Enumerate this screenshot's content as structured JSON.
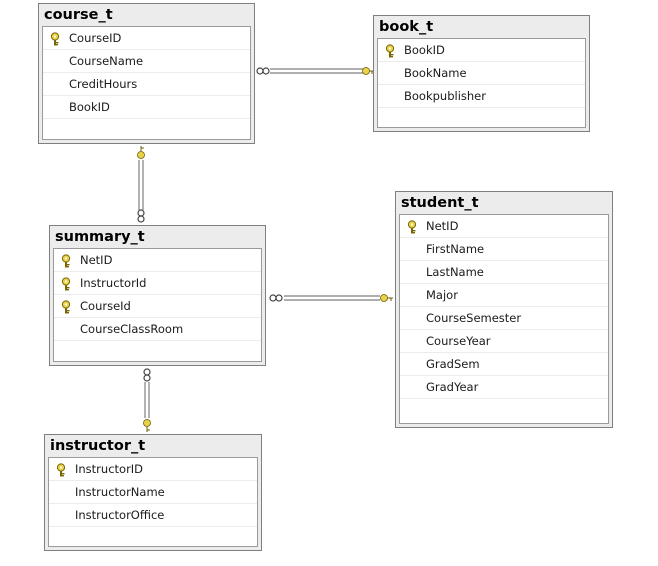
{
  "tables": {
    "course": {
      "name": "course_t",
      "columns": [
        {
          "name": "CourseID",
          "pk": true
        },
        {
          "name": "CourseName",
          "pk": false
        },
        {
          "name": "CreditHours",
          "pk": false
        },
        {
          "name": "BookID",
          "pk": false
        }
      ]
    },
    "book": {
      "name": "book_t",
      "columns": [
        {
          "name": "BookID",
          "pk": true
        },
        {
          "name": "BookName",
          "pk": false
        },
        {
          "name": "Bookpublisher",
          "pk": false
        }
      ]
    },
    "summary": {
      "name": "summary_t",
      "columns": [
        {
          "name": "NetID",
          "pk": true
        },
        {
          "name": "InstructorId",
          "pk": true
        },
        {
          "name": "CourseId",
          "pk": true
        },
        {
          "name": "CourseClassRoom",
          "pk": false
        }
      ]
    },
    "student": {
      "name": "student_t",
      "columns": [
        {
          "name": "NetID",
          "pk": true
        },
        {
          "name": "FirstName",
          "pk": false
        },
        {
          "name": "LastName",
          "pk": false
        },
        {
          "name": "Major",
          "pk": false
        },
        {
          "name": "CourseSemester",
          "pk": false
        },
        {
          "name": "CourseYear",
          "pk": false
        },
        {
          "name": "GradSem",
          "pk": false
        },
        {
          "name": "GradYear",
          "pk": false
        }
      ]
    },
    "instructor": {
      "name": "instructor_t",
      "columns": [
        {
          "name": "InstructorID",
          "pk": true
        },
        {
          "name": "InstructorName",
          "pk": false
        },
        {
          "name": "InstructorOffice",
          "pk": false
        }
      ]
    }
  },
  "colors": {
    "key": "#e8d24a",
    "line": "#7f7f7f",
    "header": "#ececec"
  }
}
